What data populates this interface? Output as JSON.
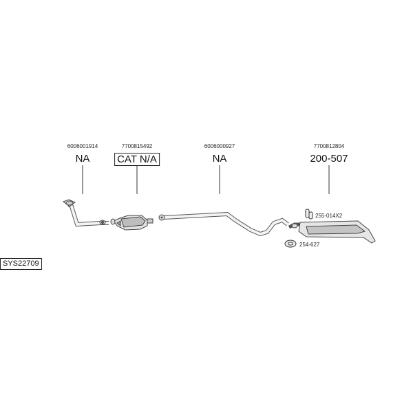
{
  "system": {
    "code": "SYS22709"
  },
  "parts": [
    {
      "oem": "6006001914",
      "label": "NA",
      "boxed": false
    },
    {
      "oem": "7700815492",
      "label": "CAT N/A",
      "boxed": true
    },
    {
      "oem": "6006000927",
      "label": "NA",
      "boxed": false
    },
    {
      "oem": "7700812804",
      "label": "200-507",
      "boxed": false
    }
  ],
  "accessories": [
    {
      "label": "255-014X2",
      "icon": "clamp-icon"
    },
    {
      "label": "254-627",
      "icon": "gasket-ring-icon"
    }
  ]
}
